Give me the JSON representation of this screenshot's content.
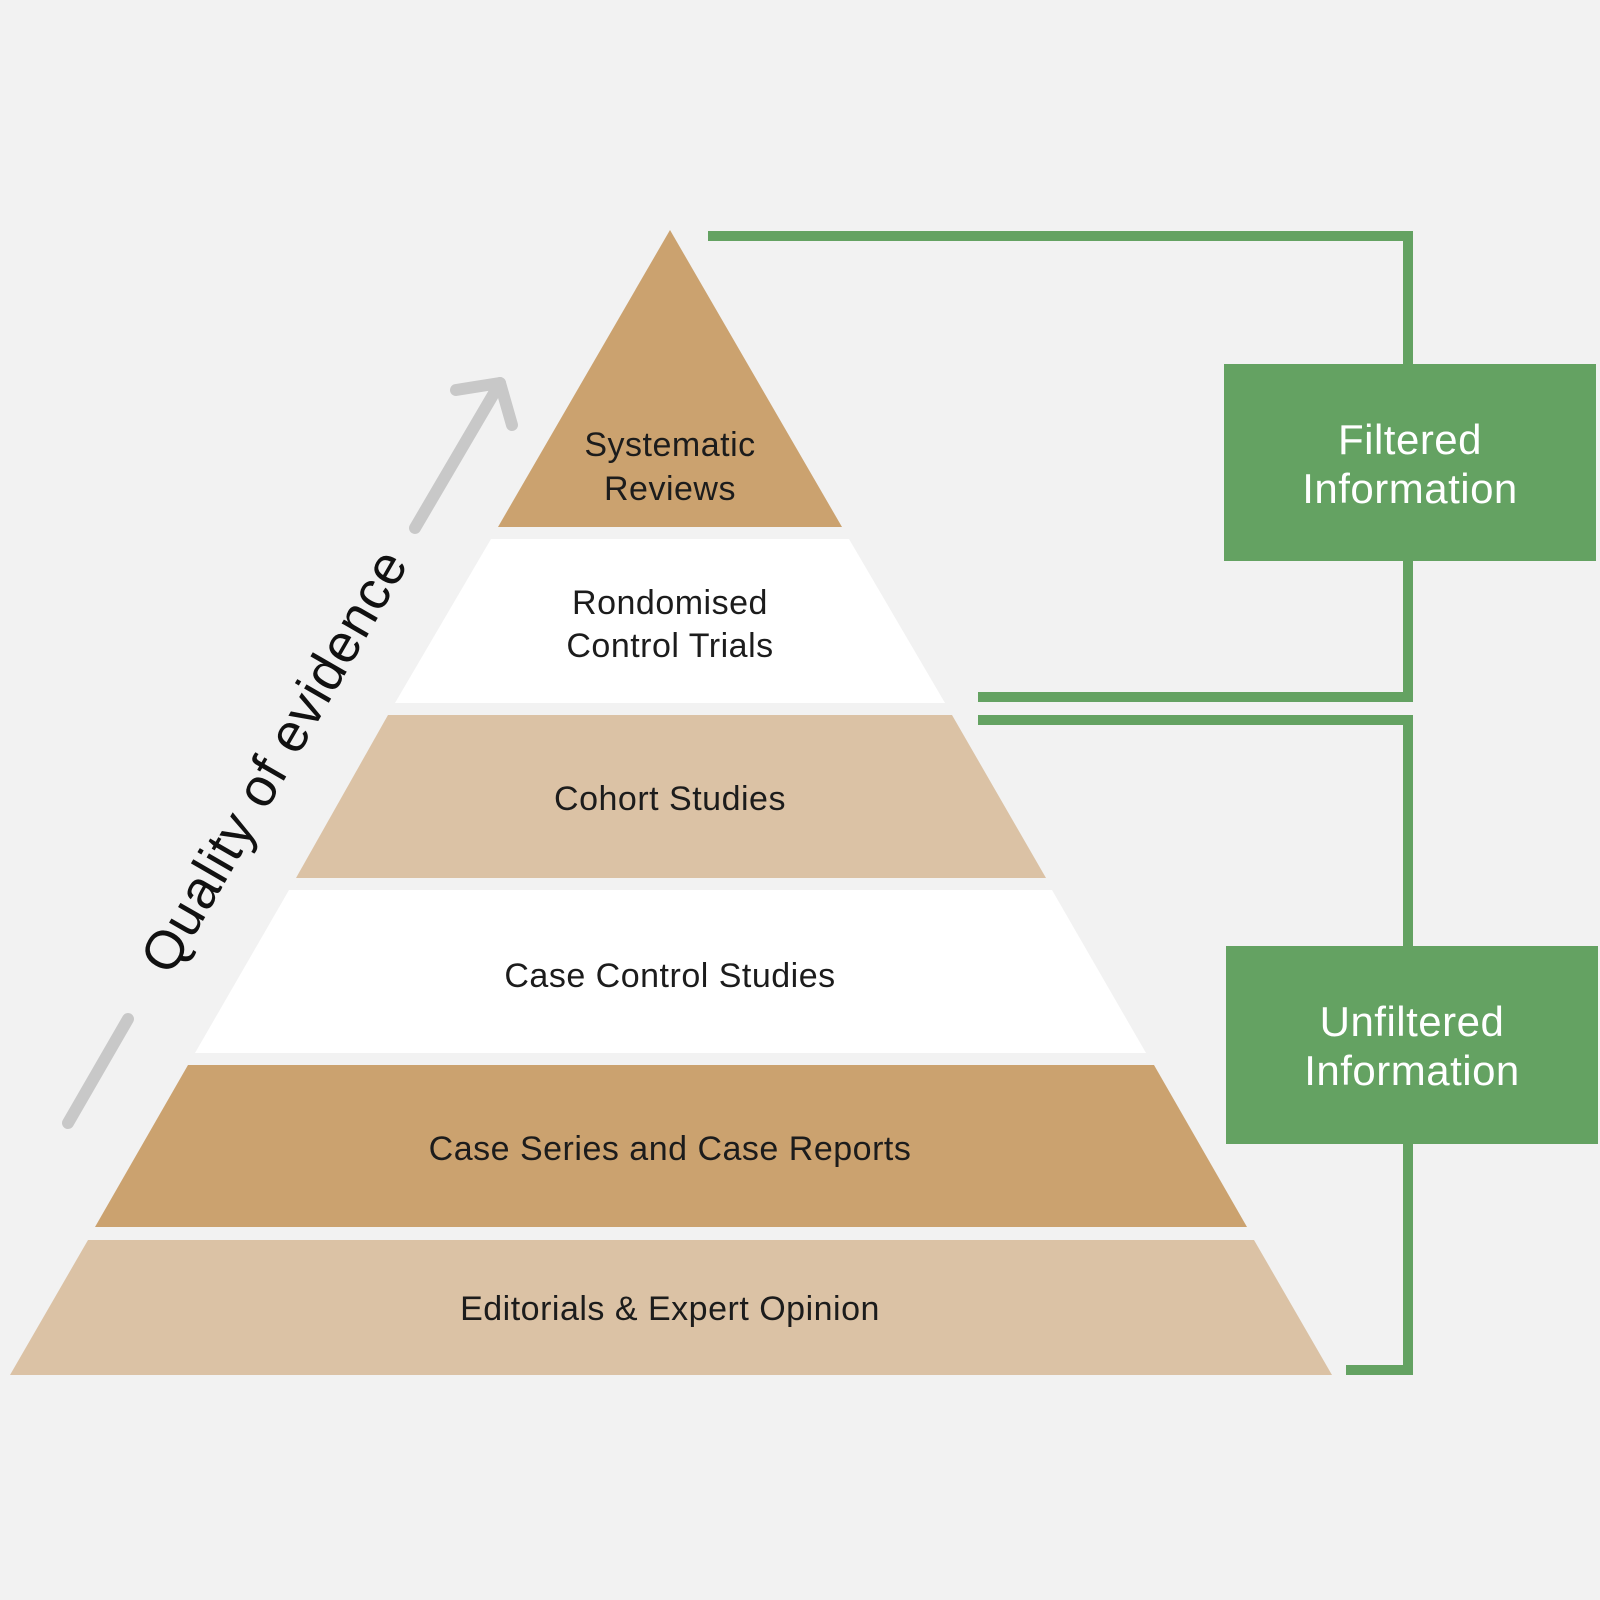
{
  "colors": {
    "background": "#f2f2f2",
    "dark_tan": "#cba26f",
    "light_tan": "#dbc2a5",
    "white": "#ffffff",
    "green": "#64a262",
    "arrow_gray": "#c8c8c8"
  },
  "axis": {
    "label": "Quality of evidence"
  },
  "layers": [
    {
      "line1": "Systematic",
      "line2": "Reviews",
      "fill": "#cba26f"
    },
    {
      "line1": "Rondomised",
      "line2": "Control Trials",
      "fill": "#ffffff"
    },
    {
      "line1": "Cohort Studies",
      "fill": "#dbc2a5"
    },
    {
      "line1": "Case Control Studies",
      "fill": "#ffffff"
    },
    {
      "line1": "Case Series and Case Reports",
      "fill": "#cba26f"
    },
    {
      "line1": "Editorials & Expert Opinion",
      "fill": "#dbc2a5"
    }
  ],
  "groups": {
    "filtered": {
      "line1": "Filtered",
      "line2": "Information"
    },
    "unfiltered": {
      "line1": "Unfiltered",
      "line2": "Information"
    }
  }
}
